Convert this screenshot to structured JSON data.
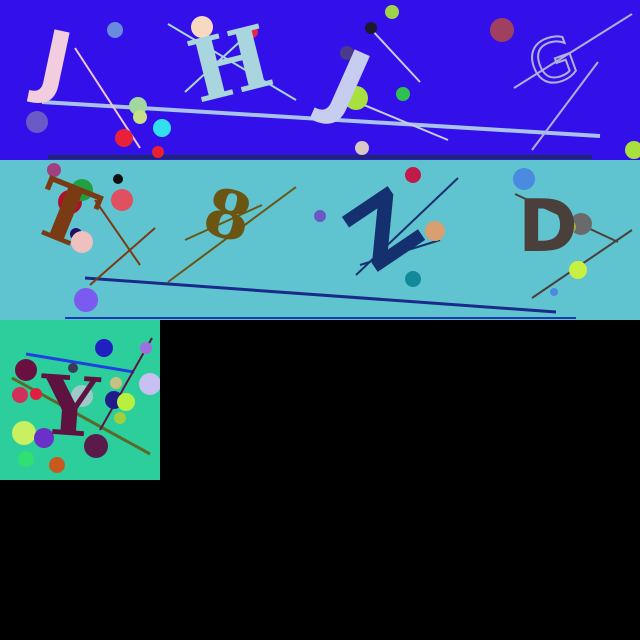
{
  "colors": {
    "page_background": "#000000",
    "strip_1_background": "#3310ea",
    "strip_2_background": "#5fc4d0",
    "tile_3_background": "#2ccf9c",
    "letter_j1": "#f2cde0",
    "letter_h": "#a9d6de",
    "letter_j2": "#c6cdee",
    "letter_g": "#b0b0e0",
    "letter_t": "#7a3b14",
    "letter_8": "#6b5512",
    "letter_z": "#15306e",
    "letter_d": "#4a3f3a",
    "letter_y": "#5e1240"
  },
  "strip_1": {
    "letters": [
      {
        "char": "J",
        "name": "letter-j-pink"
      },
      {
        "char": "H",
        "name": "letter-h-blue"
      },
      {
        "char": "J",
        "name": "letter-j-lavender"
      },
      {
        "char": "G",
        "name": "letter-g-outline"
      }
    ]
  },
  "strip_2": {
    "letters": [
      {
        "char": "T",
        "name": "letter-t-brown"
      },
      {
        "char": "8",
        "name": "digit-8-olive"
      },
      {
        "char": "Z",
        "name": "letter-z-navy"
      },
      {
        "char": "D",
        "name": "letter-d-gray"
      }
    ]
  },
  "tile_3": {
    "letters": [
      {
        "char": "Y",
        "name": "letter-y-maroon"
      }
    ]
  }
}
